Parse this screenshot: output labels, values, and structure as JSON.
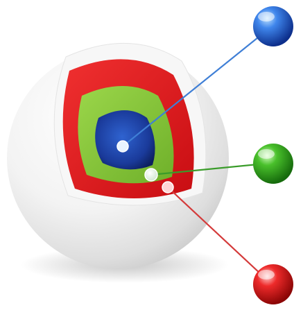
{
  "diagram": {
    "kind": "layered-sphere-cutaway",
    "layers": [
      {
        "id": "outer-shell",
        "color": "#ececec"
      },
      {
        "id": "red-layer",
        "color": "#e3161b"
      },
      {
        "id": "green-layer",
        "color": "#84c43a"
      },
      {
        "id": "blue-core",
        "color": "#1e3fa0"
      }
    ],
    "markers": [
      {
        "id": "blue",
        "layer": "blue-core",
        "line_color": "#3f7fd6",
        "ball_color": "#1c5ad8"
      },
      {
        "id": "green",
        "layer": "green-layer",
        "line_color": "#3a9c2a",
        "ball_color": "#2f9e1a"
      },
      {
        "id": "red",
        "layer": "red-layer",
        "line_color": "#d43a3a",
        "ball_color": "#e01919"
      }
    ]
  }
}
